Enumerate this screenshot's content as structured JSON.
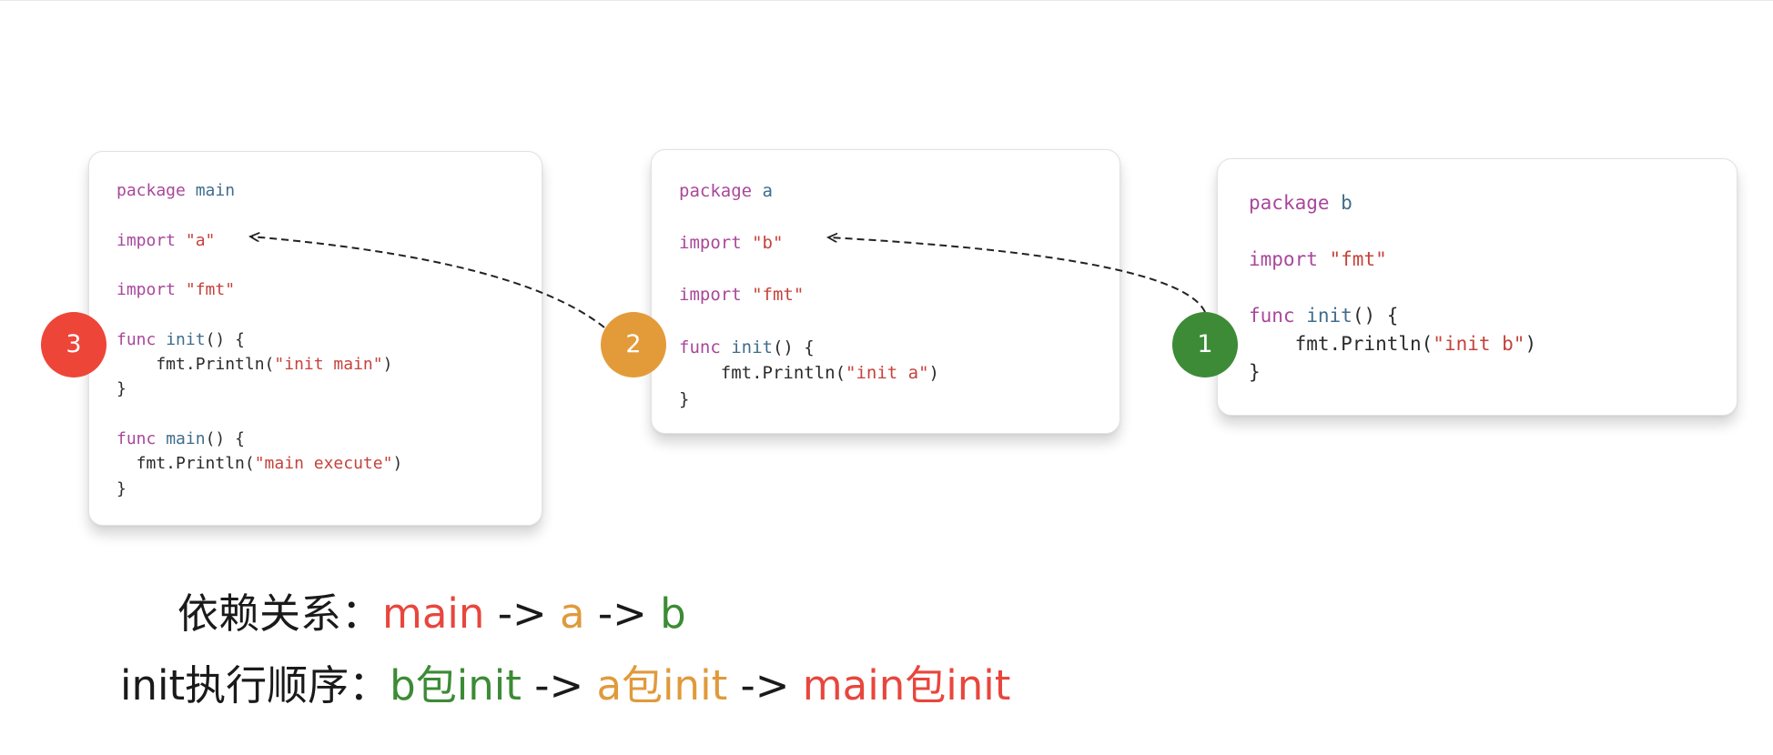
{
  "cards": [
    {
      "lines": [
        [
          {
            "t": "kw",
            "s": "package"
          },
          {
            "t": "p",
            "s": " "
          },
          {
            "t": "id",
            "s": "main"
          }
        ],
        [],
        [
          {
            "t": "kw",
            "s": "import"
          },
          {
            "t": "p",
            "s": " "
          },
          {
            "t": "str",
            "s": "\"a\""
          }
        ],
        [],
        [
          {
            "t": "kw",
            "s": "import"
          },
          {
            "t": "p",
            "s": " "
          },
          {
            "t": "str",
            "s": "\"fmt\""
          }
        ],
        [],
        [
          {
            "t": "kw",
            "s": "func"
          },
          {
            "t": "p",
            "s": " "
          },
          {
            "t": "id",
            "s": "init"
          },
          {
            "t": "p",
            "s": "() {"
          }
        ],
        [
          {
            "t": "p",
            "s": "    fmt.Println("
          },
          {
            "t": "str",
            "s": "\"init main\""
          },
          {
            "t": "p",
            "s": ")"
          }
        ],
        [
          {
            "t": "p",
            "s": "}"
          }
        ],
        [],
        [
          {
            "t": "kw",
            "s": "func"
          },
          {
            "t": "p",
            "s": " "
          },
          {
            "t": "id",
            "s": "main"
          },
          {
            "t": "p",
            "s": "() {"
          }
        ],
        [
          {
            "t": "p",
            "s": "  fmt.Println("
          },
          {
            "t": "str",
            "s": "\"main execute\""
          },
          {
            "t": "p",
            "s": ")"
          }
        ],
        [
          {
            "t": "p",
            "s": "}"
          }
        ]
      ]
    },
    {
      "lines": [
        [
          {
            "t": "kw",
            "s": "package"
          },
          {
            "t": "p",
            "s": " "
          },
          {
            "t": "id",
            "s": "a"
          }
        ],
        [],
        [
          {
            "t": "kw",
            "s": "import"
          },
          {
            "t": "p",
            "s": " "
          },
          {
            "t": "str",
            "s": "\"b\""
          }
        ],
        [],
        [
          {
            "t": "kw",
            "s": "import"
          },
          {
            "t": "p",
            "s": " "
          },
          {
            "t": "str",
            "s": "\"fmt\""
          }
        ],
        [],
        [
          {
            "t": "kw",
            "s": "func"
          },
          {
            "t": "p",
            "s": " "
          },
          {
            "t": "id",
            "s": "init"
          },
          {
            "t": "p",
            "s": "() {"
          }
        ],
        [
          {
            "t": "p",
            "s": "    fmt.Println("
          },
          {
            "t": "str",
            "s": "\"init a\""
          },
          {
            "t": "p",
            "s": ")"
          }
        ],
        [
          {
            "t": "p",
            "s": "}"
          }
        ]
      ]
    },
    {
      "lines": [
        [
          {
            "t": "kw",
            "s": "package"
          },
          {
            "t": "p",
            "s": " "
          },
          {
            "t": "id",
            "s": "b"
          }
        ],
        [],
        [
          {
            "t": "kw",
            "s": "import"
          },
          {
            "t": "p",
            "s": " "
          },
          {
            "t": "str",
            "s": "\"fmt\""
          }
        ],
        [],
        [
          {
            "t": "kw",
            "s": "func"
          },
          {
            "t": "p",
            "s": " "
          },
          {
            "t": "id",
            "s": "init"
          },
          {
            "t": "p",
            "s": "() {"
          }
        ],
        [
          {
            "t": "p",
            "s": "    fmt.Println("
          },
          {
            "t": "str",
            "s": "\"init b\""
          },
          {
            "t": "p",
            "s": ")"
          }
        ],
        [
          {
            "t": "p",
            "s": "}"
          }
        ]
      ]
    }
  ],
  "steps": [
    {
      "label": "3",
      "color": "#ee4539"
    },
    {
      "label": "2",
      "color": "#e39b3a"
    },
    {
      "label": "1",
      "color": "#3d8b37"
    }
  ],
  "summary": {
    "dependency": [
      {
        "s": "依赖关系："
      },
      {
        "s": "main"
      },
      {
        "s": " -> "
      },
      {
        "s": "a"
      },
      {
        "s": " -> "
      },
      {
        "s": "b"
      }
    ],
    "init_order": [
      {
        "s": "init执行顺序："
      },
      {
        "s": "b包init"
      },
      {
        "s": " -> "
      },
      {
        "s": "a包init"
      },
      {
        "s": " -> "
      },
      {
        "s": "main包init"
      }
    ]
  },
  "colors": {
    "red": "#e8463d",
    "orange": "#e09a3b",
    "green": "#3c8b35",
    "keyword": "#a9479a",
    "identifier": "#3f6d8c",
    "string": "#c6423b"
  }
}
